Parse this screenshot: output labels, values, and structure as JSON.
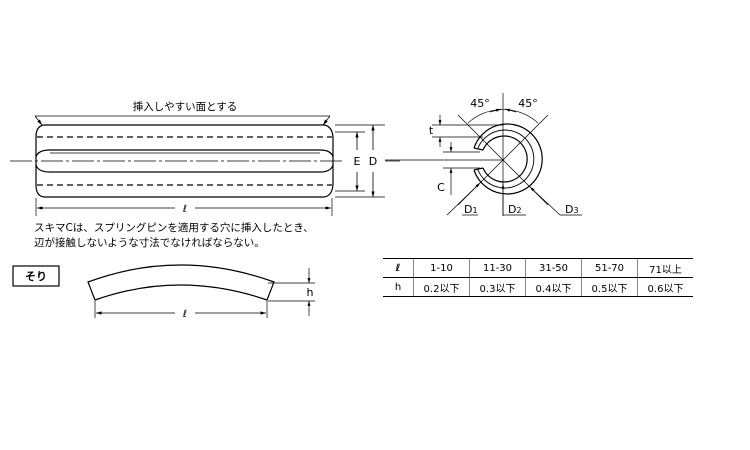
{
  "pin_view": {
    "surface_note": "挿入しやすい面とする",
    "labels": {
      "E": "E",
      "D": "D",
      "length": "ℓ"
    }
  },
  "notes": [
    "スキマCは、スプリングピンを適用する穴に挿入したとき、",
    "辺が接触しないような寸法でなければならない。"
  ],
  "section_view": {
    "angle_left": "45°",
    "angle_right": "45°",
    "labels": {
      "t": "t",
      "C": "C",
      "D1": "D",
      "D1_sub": "1",
      "D2": "D",
      "D2_sub": "2",
      "D3": "D",
      "D3_sub": "3"
    }
  },
  "camber": {
    "title": "そり",
    "labels": {
      "h": "h",
      "length": "ℓ"
    }
  },
  "table": {
    "header": [
      "ℓ",
      "1-10",
      "11-30",
      "31-50",
      "51-70",
      "71以上"
    ],
    "row": [
      "h",
      "0.2以下",
      "0.3以下",
      "0.4以下",
      "0.5以下",
      "0.6以下"
    ]
  }
}
